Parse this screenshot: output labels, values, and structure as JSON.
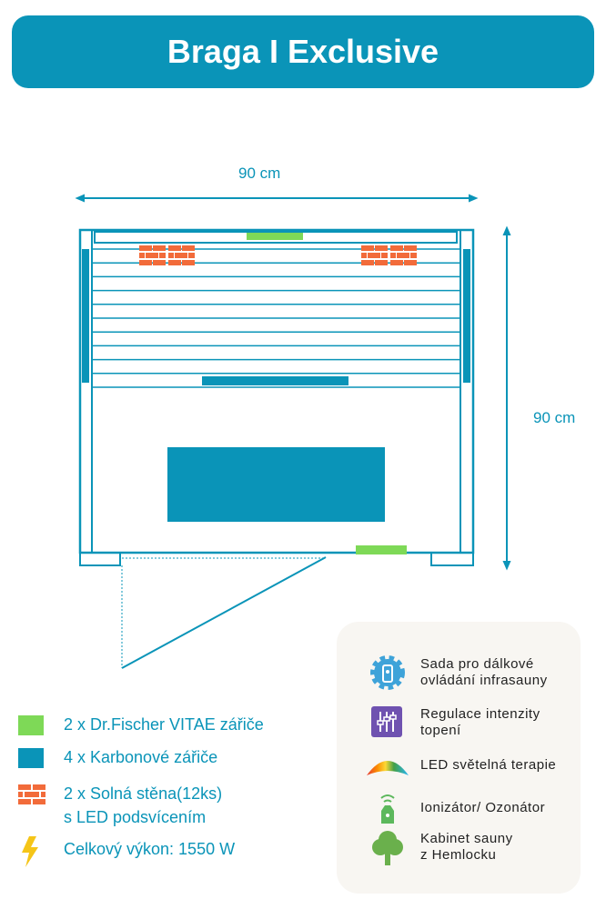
{
  "title": "Braga I Exclusive",
  "dimensions": {
    "width": "90 cm",
    "depth": "90 cm"
  },
  "colors": {
    "teal": "#0a94b8",
    "green": "#7ed957",
    "brick": "#f26b3a"
  },
  "legend": [
    {
      "icon": "green-heater-swatch",
      "text": "2 x Dr.Fischer VITAE zářiče"
    },
    {
      "icon": "teal-heater-swatch",
      "text": "4 x Karbonové zářiče"
    },
    {
      "icon": "brick-icon",
      "line1": "2 x Solná stěna(12ks)",
      "line2": "s LED podsvícením"
    },
    {
      "icon": "lightning-icon",
      "text": "Celkový výkon: 1550 W"
    }
  ],
  "features": [
    {
      "icon": "remote-gear-icon",
      "line1": "Sada pro dálkové",
      "line2": "ovládání infrasauny"
    },
    {
      "icon": "sliders-icon",
      "line1": "Regulace intenzity",
      "line2": "topení"
    },
    {
      "icon": "rainbow-icon",
      "line1": "LED světelná terapie"
    },
    {
      "icon": "ionizer-icon",
      "line1": "Ionizátor/ Ozonátor"
    },
    {
      "icon": "tree-icon",
      "line1": "Kabinet sauny",
      "line2": "z Hemlocku"
    }
  ]
}
